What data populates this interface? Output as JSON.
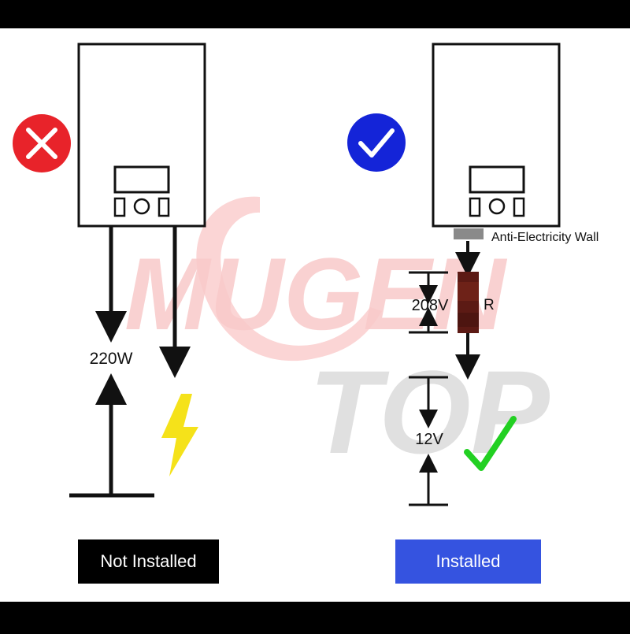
{
  "left_panel": {
    "status_icon": "cross-icon",
    "status_color": "#e8232a",
    "voltage_label": "220W",
    "hazard_icon": "lightning-icon",
    "hazard_color": "#f5e21a",
    "button_label": "Not Installed"
  },
  "right_panel": {
    "status_icon": "check-icon",
    "status_color": "#1424d8",
    "wall_label": "Anti-Electricity Wall",
    "resistor_label": "R",
    "drop_voltage_label": "208V",
    "safe_voltage_label": "12V",
    "ok_icon": "green-check-icon",
    "ok_color": "#22d022",
    "button_label": "Installed",
    "button_color": "#3553e0"
  },
  "watermark": {
    "text_top": "MUGEN",
    "text_bottom": "TOP"
  }
}
